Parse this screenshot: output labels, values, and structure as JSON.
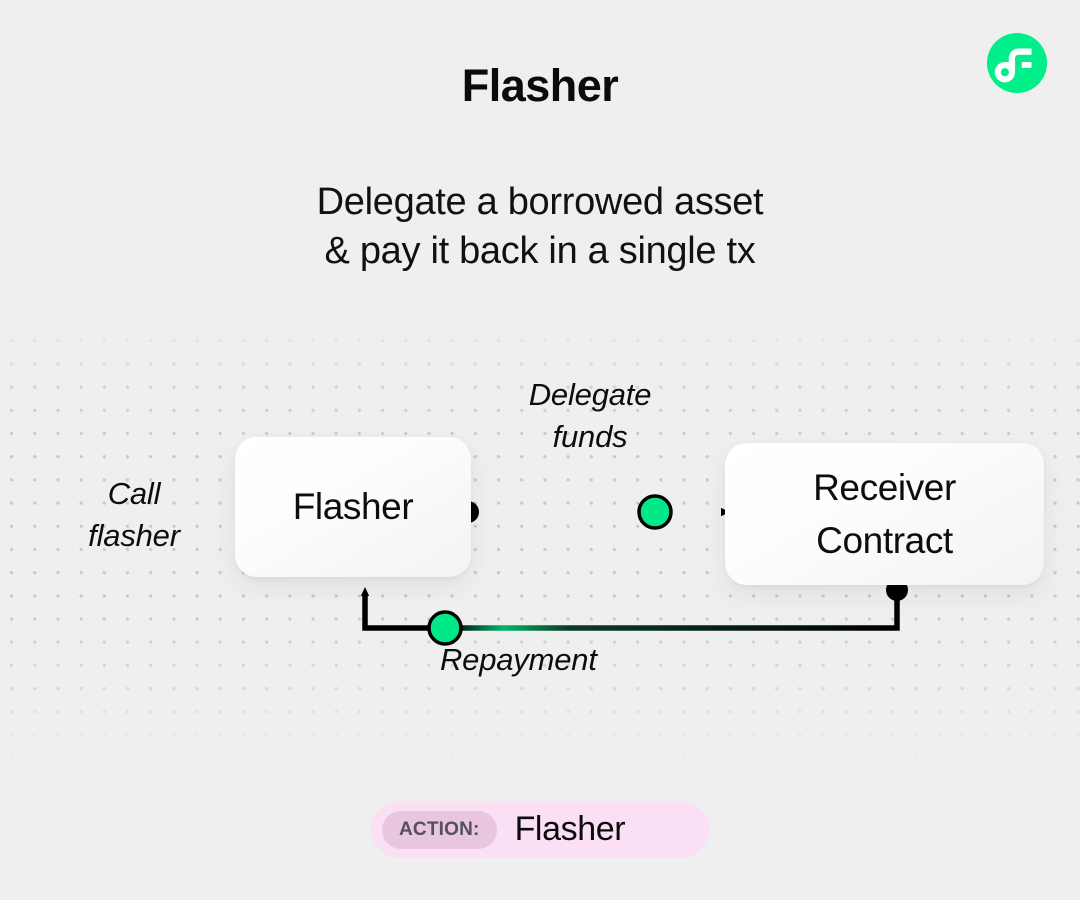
{
  "page": {
    "background_color": "#efefef",
    "title": "Flasher",
    "subtitle_line1": "Delegate a borrowed asset",
    "subtitle_line2": "& pay it back in a single tx"
  },
  "logo": {
    "name": "flow-logo",
    "circle_color": "#00ef8b",
    "mark_color": "#ffffff",
    "accent_color": "#16e08b"
  },
  "diagram": {
    "nodes": [
      {
        "id": "flasher",
        "label": "Flasher"
      },
      {
        "id": "receiver",
        "label_line1": "Receiver",
        "label_line2": "Contract"
      }
    ],
    "labels": {
      "call_line1": "Call",
      "call_line2": "flasher",
      "delegate_line1": "Delegate",
      "delegate_line2": "funds",
      "repayment": "Repayment"
    },
    "colors": {
      "connector_dot": "#000000",
      "flow_dot": "#00e887",
      "line": "#000000"
    }
  },
  "action_badge": {
    "chip_label": "ACTION:",
    "value": "Flasher",
    "background_color": "#fbdff5",
    "chip_color": "#e8c6e0"
  }
}
